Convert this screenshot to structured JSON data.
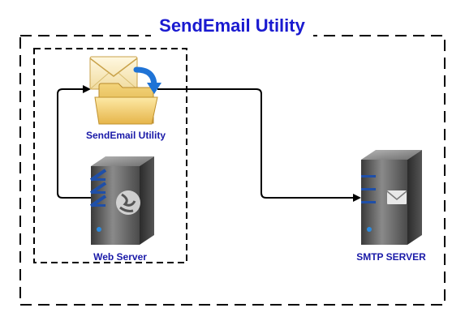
{
  "diagram": {
    "title": "SendEmail Utility",
    "nodes": {
      "sendemail_utility": {
        "label": "SendEmail Utility",
        "icon": "folder-mail-icon"
      },
      "web_server": {
        "label": "Web Server",
        "icon": "globe-server-icon"
      },
      "smtp_server": {
        "label": "SMTP SERVER",
        "icon": "mail-server-icon"
      }
    },
    "colors": {
      "title": "#1a1ad0",
      "label": "#1a1aa8",
      "border": "#000000",
      "arrow": "#000000"
    }
  }
}
